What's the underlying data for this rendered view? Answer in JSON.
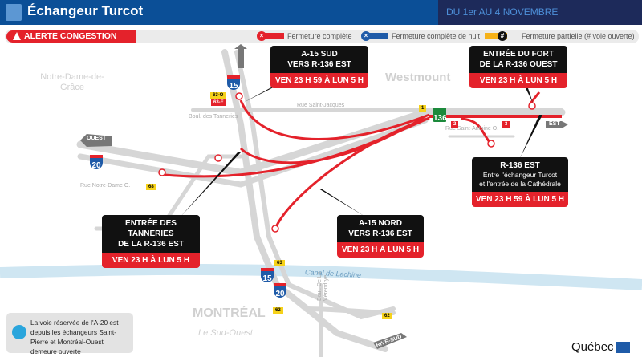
{
  "header": {
    "title": "Échangeur Turcot",
    "dates": "DU 1er AU 4 NOVEMBRE"
  },
  "legend": {
    "alert": "ALERTE CONGESTION",
    "full": "Fermeture complète",
    "night": "Fermeture complète de nuit",
    "partial": "Fermeture partielle (# voie ouverte)",
    "partial_symbol": "#",
    "colors": {
      "full": "#e4222b",
      "night": "#1f5ba8",
      "partial": "#f6b21a"
    }
  },
  "places": {
    "ndg": "Notre-Dame-de-Grâce",
    "westmount": "Westmount",
    "montreal": "MONTRÉAL",
    "sudouest": "Le Sud-Ouest"
  },
  "streets": {
    "st_jacques": "Rue Saint-Jacques",
    "tanneries": "Boul. des Tanneries",
    "notre_dame": "Rue Notre-Dame O.",
    "st_antoine": "Rue Saint-Antoine O.",
    "verendrye": "Boul. De La Vérendrye",
    "canal": "Canal de Lachine"
  },
  "directions": {
    "nord": "NORD",
    "ouest": "OUEST",
    "est": "EST",
    "rive_sud": "RIVE-SUD"
  },
  "shields": {
    "a15": "15",
    "a20": "20",
    "r136": "136",
    "a15b": "15",
    "a20b": "20"
  },
  "exits": [
    "63-O",
    "63-E",
    "68",
    "1",
    "2",
    "3",
    "63",
    "62",
    "62"
  ],
  "closures": [
    {
      "title": "A-15 SUD",
      "title2": "VERS R-136 EST",
      "time": "VEN 23 H 59 À LUN 5 H"
    },
    {
      "title": "ENTRÉE DU FORT",
      "title2": "DE LA R-136 OUEST",
      "time": "VEN 23 H À LUN 5 H"
    },
    {
      "title": "R-136 EST",
      "sub1": "Entre l'échangeur Turcot",
      "sub2": "et l'entrée de la Cathédrale",
      "time": "VEN 23 H 59 À LUN 5 H"
    },
    {
      "title": "ENTRÉE DES TANNERIES",
      "title2": "DE LA R-136 EST",
      "time": "VEN 23 H À LUN 5 H"
    },
    {
      "title": "A-15 NORD",
      "title2": "VERS R-136 EST",
      "time": "VEN 23 H À LUN 5 H"
    }
  ],
  "info": "La voie réservée de l'A-20 est depuis les échangeurs Saint-Pierre et Montréal-Ouest demeure ouverte",
  "footer": {
    "brand": "Québec"
  }
}
